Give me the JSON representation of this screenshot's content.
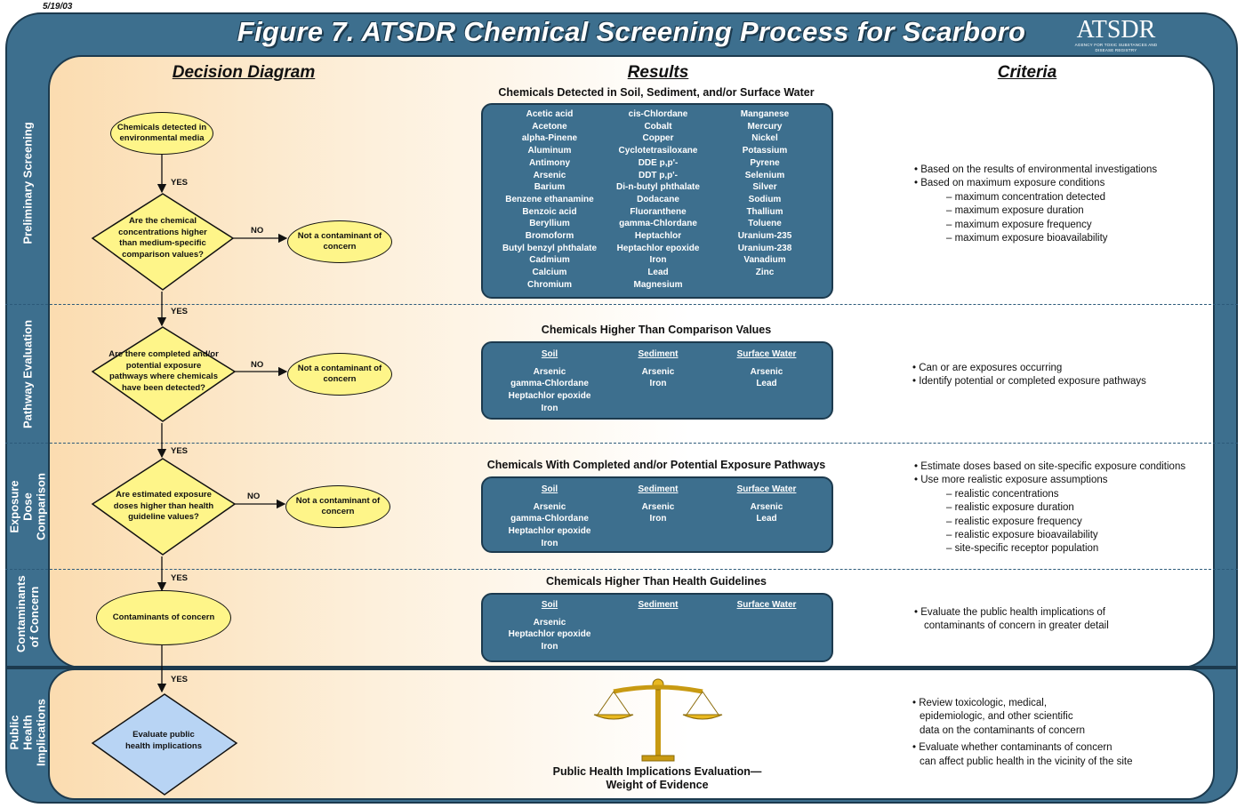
{
  "date": "5/19/03",
  "title": "Figure 7. ATSDR Chemical Screening Process for Scarboro",
  "logo": {
    "name": "ATSDR",
    "tagline": "AGENCY FOR TOXIC SUBSTANCES AND DISEASE REGISTRY"
  },
  "columns": {
    "decision": "Decision Diagram",
    "results": "Results",
    "criteria": "Criteria"
  },
  "rows": [
    {
      "label": "Preliminary Screening"
    },
    {
      "label": "Pathway Evaluation"
    },
    {
      "label": "Exposure Dose Comparison"
    },
    {
      "label": "Contaminants of Concern"
    },
    {
      "label": "Public Health Implications"
    }
  ],
  "diagram": {
    "start": "Chemicals detected in environmental media",
    "q1": "Are the chemical concentrations higher than medium-specific comparison values?",
    "q2": "Are there completed and/or potential exposure pathways where chemicals have been detected?",
    "q3": "Are estimated exposure doses higher than health guideline values?",
    "coc": "Contaminants of concern",
    "final": "Evaluate public health implications",
    "not_contaminant": "Not a contaminant of concern",
    "yes": "YES",
    "no": "NO"
  },
  "results": {
    "detected": {
      "title": "Chemicals Detected in Soil, Sediment, and/or Surface Water",
      "col1": [
        "Acetic acid",
        "Acetone",
        "alpha-Pinene",
        "Aluminum",
        "Antimony",
        "Arsenic",
        "Barium",
        "Benzene ethanamine",
        "Benzoic acid",
        "Beryllium",
        "Bromoform",
        "Butyl benzyl phthalate",
        "Cadmium",
        "Calcium",
        "Chromium"
      ],
      "col2": [
        "cis-Chlordane",
        "Cobalt",
        "Copper",
        "Cyclotetrasiloxane",
        "DDE p,p'-",
        "DDT p,p'-",
        "Di-n-butyl phthalate",
        "Dodacane",
        "Fluoranthene",
        "gamma-Chlordane",
        "Heptachlor",
        "Heptachlor epoxide",
        "Iron",
        "Lead",
        "Magnesium"
      ],
      "col3": [
        "Manganese",
        "Mercury",
        "Nickel",
        "Potassium",
        "Pyrene",
        "Selenium",
        "Silver",
        "Sodium",
        "Thallium",
        "Toluene",
        "Uranium-235",
        "Uranium-238",
        "Vanadium",
        "Zinc"
      ]
    },
    "comparison": {
      "title": "Chemicals Higher Than Comparison Values",
      "headers": [
        "Soil",
        "Sediment",
        "Surface Water"
      ],
      "soil": [
        "Arsenic",
        "gamma-Chlordane",
        "Heptachlor epoxide",
        "Iron"
      ],
      "sediment": [
        "Arsenic",
        "Iron"
      ],
      "water": [
        "Arsenic",
        "Lead"
      ]
    },
    "pathways": {
      "title": "Chemicals With Completed and/or Potential Exposure Pathways",
      "headers": [
        "Soil",
        "Sediment",
        "Surface Water"
      ],
      "soil": [
        "Arsenic",
        "gamma-Chlordane",
        "Heptachlor epoxide",
        "Iron"
      ],
      "sediment": [
        "Arsenic",
        "Iron"
      ],
      "water": [
        "Arsenic",
        "Lead"
      ]
    },
    "health": {
      "title": "Chemicals Higher Than Health Guidelines",
      "headers": [
        "Soil",
        "Sediment",
        "Surface Water"
      ],
      "soil": [
        "Arsenic",
        "Heptachlor epoxide",
        "Iron"
      ]
    },
    "weight": {
      "line1": "Public Health Implications Evaluation—",
      "line2": "Weight of Evidence"
    }
  },
  "criteria": {
    "prelim": {
      "b1": "•  Based on the results of environmental investigations",
      "b2": "•  Based on maximum exposure conditions",
      "subs": [
        "– maximum concentration detected",
        "– maximum exposure duration",
        "– maximum exposure frequency",
        "– maximum exposure bioavailability"
      ]
    },
    "pathway": {
      "b1": "• Can or are exposures occurring",
      "b2": "• Identify potential or completed exposure pathways"
    },
    "dose": {
      "b1": "• Estimate doses based on site-specific exposure conditions",
      "b2": "• Use more realistic exposure assumptions",
      "subs": [
        "– realistic concentrations",
        "– realistic exposure duration",
        "– realistic exposure frequency",
        "– realistic exposure bioavailability",
        "– site-specific receptor population"
      ]
    },
    "coc": {
      "l1": "•  Evaluate the public health implications of",
      "l2": "contaminants of concern in greater detail"
    },
    "public": {
      "l1": "• Review toxicologic, medical,",
      "l2": "epidemiologic, and other scientific",
      "l3": "data on the contaminants of concern",
      "l4": "• Evaluate whether contaminants of concern",
      "l5": "can affect public health in the vicinity of the site"
    }
  }
}
